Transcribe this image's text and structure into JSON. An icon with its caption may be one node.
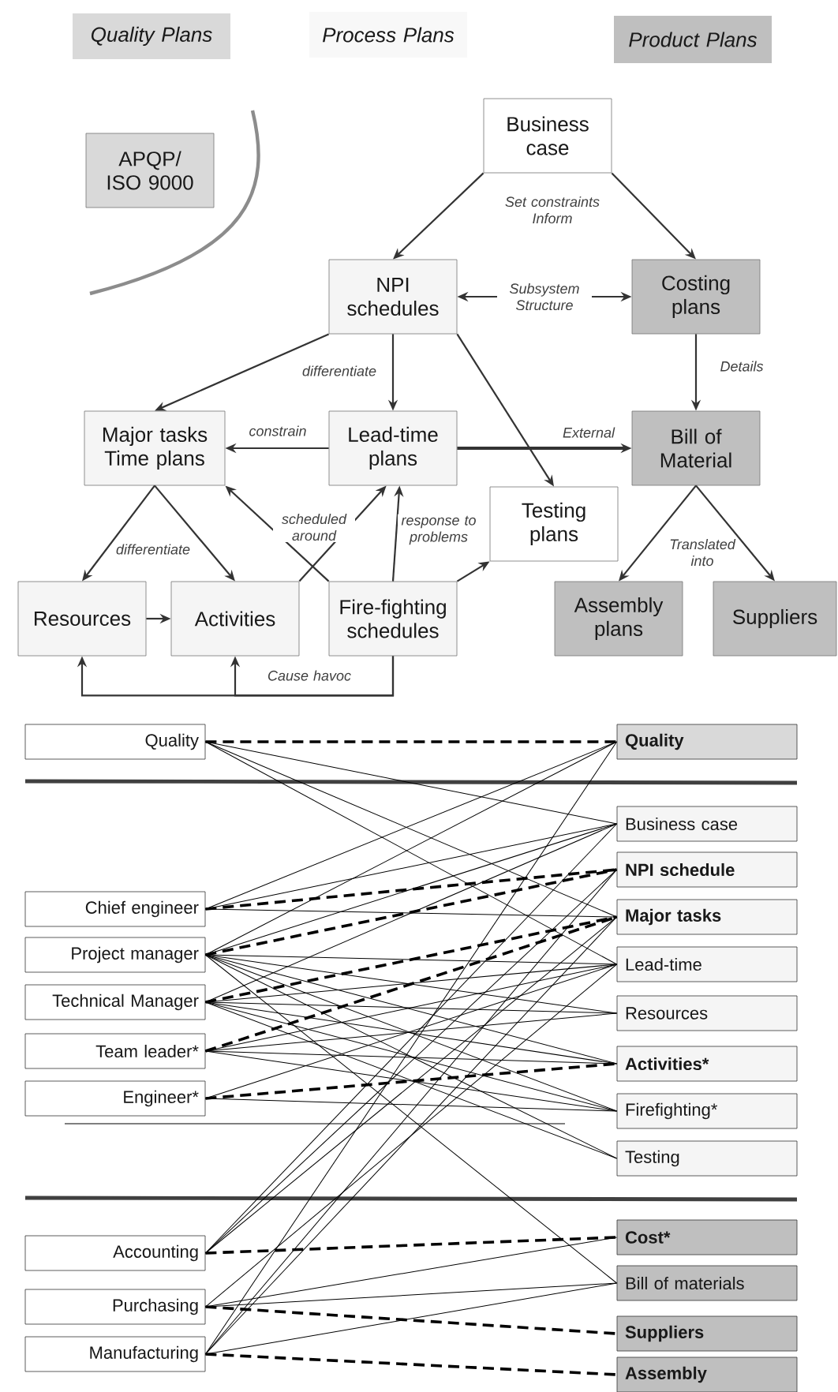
{
  "diagram": {
    "nodes": [
      {
        "text": [
          "Quality Plans"
        ]
      },
      {
        "text": [
          "Process Plans"
        ]
      },
      {
        "text": [
          "Product Plans"
        ]
      },
      {
        "text": [
          "APQP/ ISO 9000"
        ]
      },
      {
        "text": [
          "Business case"
        ]
      },
      {
        "text": [
          "NPI schedules"
        ]
      },
      {
        "text": [
          "Costing plans"
        ]
      },
      {
        "text": [
          "Major tasks Time plans"
        ]
      },
      {
        "text": [
          "Lead-time plans"
        ]
      },
      {
        "text": [
          "Bill of Material"
        ]
      },
      {
        "text": [
          "Testing plans"
        ]
      },
      {
        "text": [
          "Resources"
        ]
      },
      {
        "text": [
          "Activities"
        ]
      },
      {
        "text": [
          "Fire-fighting schedules"
        ]
      },
      {
        "text": [
          "Assembly plans"
        ]
      },
      {
        "text": [
          "Suppliers"
        ]
      },
      {
        "text": [
          "Quality"
        ]
      },
      {
        "text": [
          "Chief engineer"
        ]
      },
      {
        "text": [
          "Project manager"
        ]
      },
      {
        "text": [
          "Technical Manager"
        ]
      },
      {
        "text": [
          "Team leader*"
        ]
      },
      {
        "text": [
          "Engineer*"
        ]
      },
      {
        "text": [
          "Accounting"
        ]
      },
      {
        "text": [
          "Purchasing"
        ]
      },
      {
        "text": [
          "Manufacturing"
        ]
      },
      {
        "text": [
          "Quality"
        ]
      },
      {
        "text": [
          "Business case"
        ]
      },
      {
        "text": [
          "NPI schedule"
        ]
      },
      {
        "text": [
          "Major tasks"
        ]
      },
      {
        "text": [
          "Lead-time"
        ]
      },
      {
        "text": [
          "Resources"
        ]
      },
      {
        "text": [
          "Activities*"
        ]
      },
      {
        "text": [
          "Firefighting*"
        ]
      },
      {
        "text": [
          "Testing"
        ]
      },
      {
        "text": [
          "Cost*"
        ]
      },
      {
        "text": [
          "Bill of materials"
        ]
      },
      {
        "text": [
          "Suppliers"
        ]
      },
      {
        "text": [
          "Assembly"
        ]
      }
    ],
    "edges": [
      {
        "from": 4,
        "to": 5,
        "arrow": "to"
      },
      {
        "from": 4,
        "to": 6,
        "arrow": "to"
      },
      {
        "from": 5,
        "to": 6,
        "arrow": "both",
        "label": "Subsystem Structure"
      },
      {
        "from": 5,
        "to": 7,
        "arrow": "to"
      },
      {
        "from": 5,
        "to": 8,
        "arrow": "to",
        "label": "differentiate"
      },
      {
        "from": 5,
        "to": 10,
        "arrow": "to"
      },
      {
        "from": 6,
        "to": 9,
        "arrow": "to",
        "label": "Details"
      },
      {
        "from": 8,
        "to": 7,
        "arrow": "to",
        "label": "constrain"
      },
      {
        "from": 8,
        "to": 9,
        "arrow": "to",
        "label": "External",
        "style": "thick"
      },
      {
        "from": 7,
        "to": 11,
        "arrow": "to"
      },
      {
        "from": 7,
        "to": 12,
        "arrow": "to"
      },
      {
        "from": 11,
        "to": 12,
        "arrow": "to"
      },
      {
        "from": 12,
        "to": 8,
        "arrow": "to",
        "label": "scheduled around"
      },
      {
        "from": 13,
        "to": 7,
        "arrow": "to"
      },
      {
        "from": 13,
        "to": 8,
        "arrow": "to",
        "label": "response to problems"
      },
      {
        "from": 13,
        "to": 10,
        "arrow": "to"
      },
      {
        "from": 13,
        "to": 11,
        "arrow": "to",
        "label": "Cause havoc"
      },
      {
        "from": 13,
        "to": 12,
        "arrow": "to"
      },
      {
        "from": 9,
        "to": 14,
        "arrow": "to"
      },
      {
        "from": 9,
        "to": 15,
        "arrow": "to"
      },
      {
        "from": 16,
        "to": 25,
        "arrow": "none",
        "style": "dashed"
      },
      {
        "from": 17,
        "to": 27,
        "arrow": "none",
        "style": "dashed"
      },
      {
        "from": 18,
        "to": 27,
        "arrow": "none",
        "style": "dashed"
      },
      {
        "from": 19,
        "to": 28,
        "arrow": "none",
        "style": "dashed"
      },
      {
        "from": 20,
        "to": 28,
        "arrow": "none",
        "style": "dashed"
      },
      {
        "from": 21,
        "to": 31,
        "arrow": "none",
        "style": "dashed"
      },
      {
        "from": 22,
        "to": 34,
        "arrow": "none",
        "style": "dashed"
      },
      {
        "from": 23,
        "to": 36,
        "arrow": "none",
        "style": "dashed"
      },
      {
        "from": 24,
        "to": 37,
        "arrow": "none",
        "style": "dashed"
      },
      {
        "from": 16,
        "to": 26,
        "arrow": "none"
      },
      {
        "from": 16,
        "to": 28,
        "arrow": "none"
      },
      {
        "from": 16,
        "to": 29,
        "arrow": "none"
      },
      {
        "from": 17,
        "to": 25,
        "arrow": "none"
      },
      {
        "from": 17,
        "to": 26,
        "arrow": "none"
      },
      {
        "from": 17,
        "to": 28,
        "arrow": "none"
      },
      {
        "from": 18,
        "to": 25,
        "arrow": "none"
      },
      {
        "from": 18,
        "to": 26,
        "arrow": "none"
      },
      {
        "from": 18,
        "to": 29,
        "arrow": "none"
      },
      {
        "from": 18,
        "to": 30,
        "arrow": "none"
      },
      {
        "from": 18,
        "to": 31,
        "arrow": "none"
      },
      {
        "from": 18,
        "to": 32,
        "arrow": "none"
      },
      {
        "from": 18,
        "to": 33,
        "arrow": "none"
      },
      {
        "from": 18,
        "to": 35,
        "arrow": "none"
      },
      {
        "from": 19,
        "to": 26,
        "arrow": "none"
      },
      {
        "from": 19,
        "to": 29,
        "arrow": "none"
      },
      {
        "from": 19,
        "to": 30,
        "arrow": "none"
      },
      {
        "from": 19,
        "to": 31,
        "arrow": "none"
      },
      {
        "from": 19,
        "to": 32,
        "arrow": "none"
      },
      {
        "from": 19,
        "to": 33,
        "arrow": "none"
      },
      {
        "from": 20,
        "to": 29,
        "arrow": "none"
      },
      {
        "from": 20,
        "to": 30,
        "arrow": "none"
      },
      {
        "from": 20,
        "to": 31,
        "arrow": "none"
      },
      {
        "from": 20,
        "to": 32,
        "arrow": "none"
      },
      {
        "from": 21,
        "to": 29,
        "arrow": "none"
      },
      {
        "from": 21,
        "to": 32,
        "arrow": "none"
      },
      {
        "from": 22,
        "to": 26,
        "arrow": "none"
      },
      {
        "from": 22,
        "to": 27,
        "arrow": "none"
      },
      {
        "from": 22,
        "to": 28,
        "arrow": "none"
      },
      {
        "from": 23,
        "to": 34,
        "arrow": "none"
      },
      {
        "from": 23,
        "to": 35,
        "arrow": "none"
      },
      {
        "from": 23,
        "to": 29,
        "arrow": "none"
      },
      {
        "from": 24,
        "to": 35,
        "arrow": "none"
      },
      {
        "from": 24,
        "to": 27,
        "arrow": "none"
      },
      {
        "from": 24,
        "to": 28,
        "arrow": "none"
      },
      {
        "from": 24,
        "to": 25,
        "arrow": "none"
      }
    ],
    "labels": [
      "Set constraints Inform",
      "differentiate",
      "Translated into"
    ]
  }
}
